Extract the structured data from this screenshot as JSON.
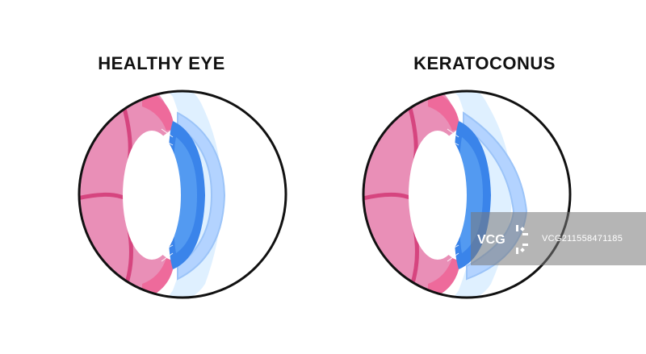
{
  "panels": [
    {
      "title": "HEALTHY EYE",
      "condition": "healthy"
    },
    {
      "title": "KERATOCONUS",
      "condition": "keratoconus"
    }
  ],
  "watermark": {
    "logo": "VCG",
    "id": "VCG211558471185"
  },
  "colors": {
    "iris": "#e98fb7",
    "iris_dark": "#d6457f",
    "ciliary": "#ee6a9b",
    "lens": "#3a84ea",
    "lens_dark": "#1a5fd6",
    "cornea": "#b3d3ff",
    "cornea_light": "#dff0ff",
    "outline": "#111111"
  }
}
